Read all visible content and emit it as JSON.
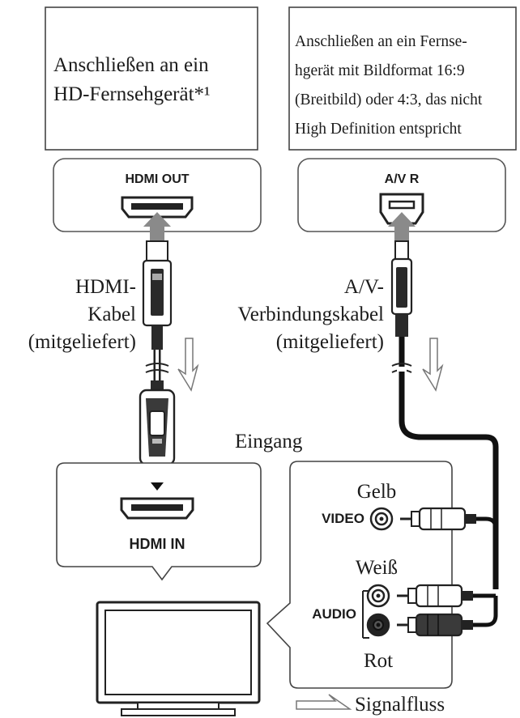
{
  "headers": {
    "left": [
      "Anschließen an ein",
      "HD-Fernsehgerät*¹"
    ],
    "right": [
      "Anschließen an ein Fernse-",
      "hgerät mit Bildformat 16:9",
      "(Breitbild) oder 4:3, das nicht",
      "High Definition entspricht"
    ]
  },
  "ports": {
    "hdmi_out": "HDMI OUT",
    "av_r": "A/V R",
    "hdmi_in": "HDMI IN",
    "video": "VIDEO",
    "audio": "AUDIO"
  },
  "cables": {
    "hdmi": [
      "HDMI-",
      "Kabel",
      "(mitgeliefert)"
    ],
    "av": [
      "A/V-",
      "Verbindungskabel",
      "(mitgeliefert)"
    ]
  },
  "labels": {
    "input": "Eingang",
    "yellow": "Gelb",
    "white": "Weiß",
    "red": "Rot",
    "signal_flow": "Signalfluss"
  },
  "colors": {
    "arrow": "#8a8a8a",
    "cable": "#111111",
    "outline": "#444444"
  }
}
